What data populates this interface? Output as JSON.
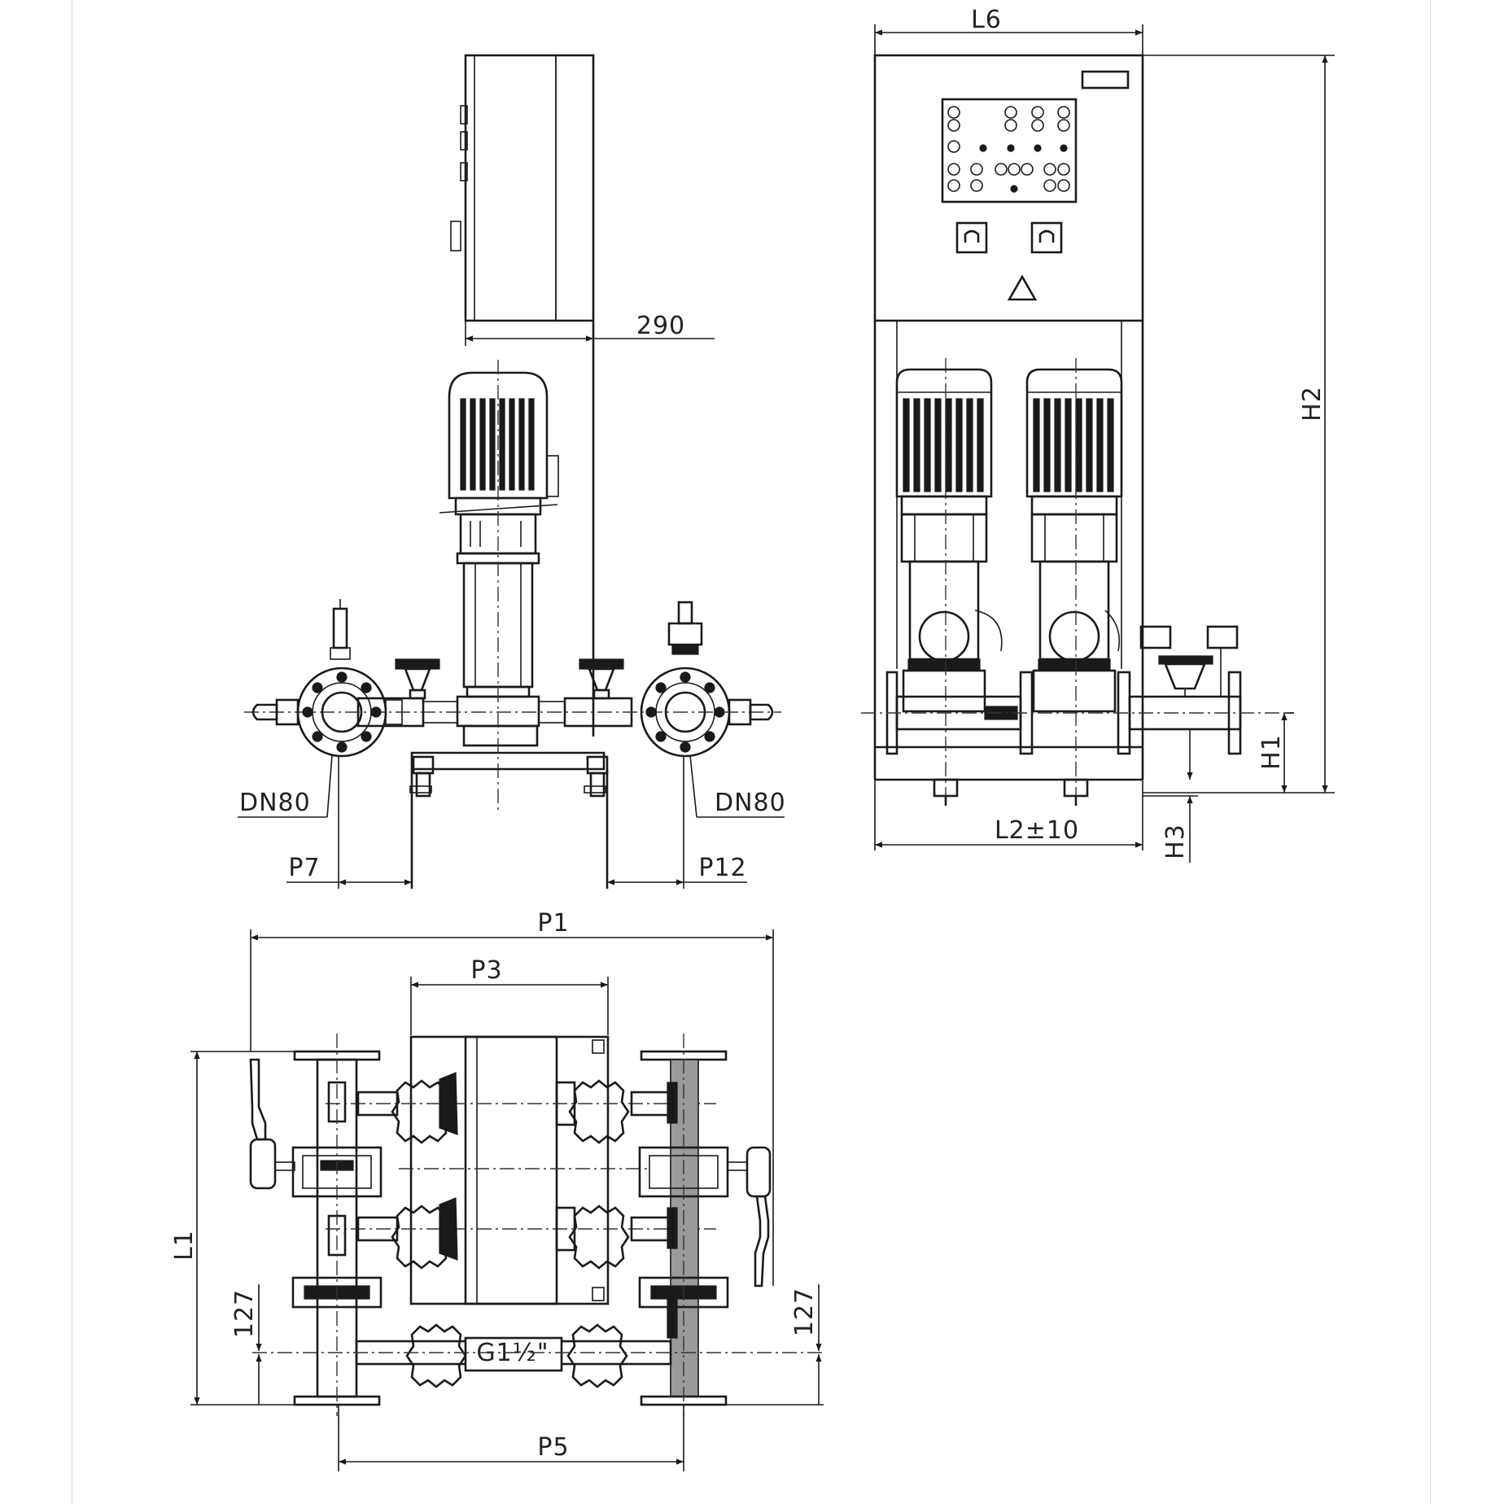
{
  "labels": {
    "width_panel": "L6",
    "cabinet_depth": "290",
    "height_total": "H2",
    "flange_left": "DN80",
    "flange_right": "DN80",
    "offset_left": "P7",
    "offset_right": "P12",
    "base_length": "L2±10",
    "axis_height": "H1",
    "foot_height": "H3",
    "overall_width": "P1",
    "frame_width": "P3",
    "overall_length": "L1",
    "dim_left_127": "127",
    "dim_right_127": "127",
    "thread": "G1½\"",
    "manifold_spacing": "P5"
  }
}
